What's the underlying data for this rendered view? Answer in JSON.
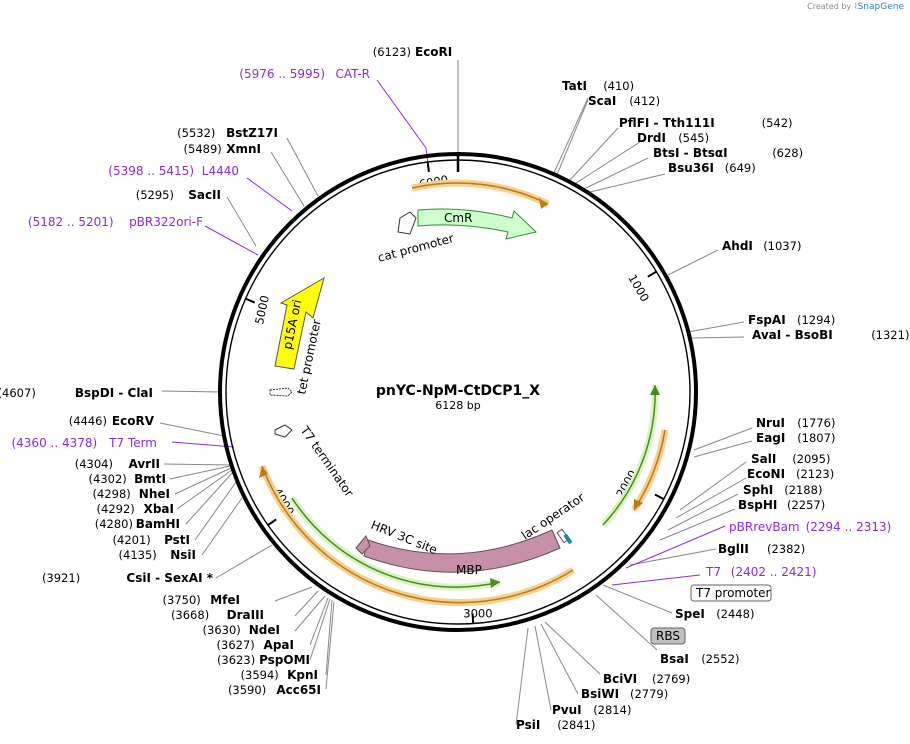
{
  "credit": {
    "prefix": "Created by",
    "brand": "SnapGene"
  },
  "plasmid": {
    "name": "pnYC-NpM-CtDCP1_X",
    "size_label": "6128 bp",
    "length": 6128
  },
  "ruler": [
    {
      "pos": 1000,
      "label": "1000"
    },
    {
      "pos": 2000,
      "label": "2000"
    },
    {
      "pos": 3000,
      "label": "3000"
    },
    {
      "pos": 4000,
      "label": "4000"
    },
    {
      "pos": 5000,
      "label": "5000"
    },
    {
      "pos": 6000,
      "label": "6000"
    }
  ],
  "features": [
    {
      "name": "CmR",
      "label": "CmR",
      "type": "arrow",
      "color": "#ccffcc"
    },
    {
      "name": "cat promoter",
      "label": "cat promoter",
      "type": "promoter"
    },
    {
      "name": "p15A ori",
      "label": "p15A ori",
      "type": "arrow",
      "color": "#ffff00"
    },
    {
      "name": "tet promoter",
      "label": "tet promoter",
      "type": "promoter"
    },
    {
      "name": "T7 terminator",
      "label": "T7 terminator",
      "type": "terminator"
    },
    {
      "name": "HRV 3C site",
      "label": "HRV 3C site",
      "type": "site",
      "color": "#c890a8"
    },
    {
      "name": "MBP",
      "label": "MBP",
      "type": "arrow",
      "color": "#c890a8"
    },
    {
      "name": "lac operator",
      "label": "lac operator",
      "type": "site"
    },
    {
      "name": "RBS",
      "label": "RBS",
      "type": "boxed",
      "color": "#c0c0c0"
    },
    {
      "name": "T7 promoter",
      "label": "T7 promoter",
      "type": "boxed",
      "color": "#ffffff"
    }
  ],
  "sites": [
    {
      "name": "EcoRI",
      "pos": "(6123)"
    },
    {
      "name": "TatI",
      "pos": "(410)"
    },
    {
      "name": "ScaI",
      "pos": "(412)"
    },
    {
      "name": "PflFI  -  Tth111I",
      "pos": "(542)"
    },
    {
      "name": "DrdI",
      "pos": "(545)"
    },
    {
      "name": "BtsI  -  BtsαI",
      "pos": "(628)"
    },
    {
      "name": "Bsu36I",
      "pos": "(649)"
    },
    {
      "name": "AhdI",
      "pos": "(1037)"
    },
    {
      "name": "FspAI",
      "pos": "(1294)"
    },
    {
      "name": "AvaI  -  BsoBI",
      "pos": "(1321)"
    },
    {
      "name": "NruI",
      "pos": "(1776)"
    },
    {
      "name": "EagI",
      "pos": "(1807)"
    },
    {
      "name": "SalI",
      "pos": "(2095)"
    },
    {
      "name": "EcoNI",
      "pos": "(2123)"
    },
    {
      "name": "SphI",
      "pos": "(2188)"
    },
    {
      "name": "BspHI",
      "pos": "(2257)"
    },
    {
      "name": "BglII",
      "pos": "(2382)"
    },
    {
      "name": "SpeI",
      "pos": "(2448)"
    },
    {
      "name": "BsaI",
      "pos": "(2552)"
    },
    {
      "name": "BciVI",
      "pos": "(2769)"
    },
    {
      "name": "BsiWI",
      "pos": "(2779)"
    },
    {
      "name": "PvuI",
      "pos": "(2814)"
    },
    {
      "name": "PsiI",
      "pos": "(2841)"
    },
    {
      "name": "Acc65I",
      "pos": "(3590)"
    },
    {
      "name": "KpnI",
      "pos": "(3594)"
    },
    {
      "name": "PspOMI",
      "pos": "(3623)"
    },
    {
      "name": "ApaI",
      "pos": "(3627)"
    },
    {
      "name": "NdeI",
      "pos": "(3630)"
    },
    {
      "name": "DraIII",
      "pos": "(3668)"
    },
    {
      "name": "MfeI",
      "pos": "(3750)"
    },
    {
      "name": "CsiI  -  SexAI *",
      "pos": "(3921)"
    },
    {
      "name": "NsiI",
      "pos": "(4135)"
    },
    {
      "name": "PstI",
      "pos": "(4201)"
    },
    {
      "name": "BamHI",
      "pos": "(4280)"
    },
    {
      "name": "XbaI",
      "pos": "(4292)"
    },
    {
      "name": "NheI",
      "pos": "(4298)"
    },
    {
      "name": "BmtI",
      "pos": "(4302)"
    },
    {
      "name": "AvrII",
      "pos": "(4304)"
    },
    {
      "name": "EcoRV",
      "pos": "(4446)"
    },
    {
      "name": "BspDI  -  ClaI",
      "pos": "(4607)"
    },
    {
      "name": "SacII",
      "pos": "(5295)"
    },
    {
      "name": "XmnI",
      "pos": "(5489)"
    },
    {
      "name": "BstZ17I",
      "pos": "(5532)"
    }
  ],
  "primers": [
    {
      "name": "CAT-R",
      "range": "(5976 .. 5995)"
    },
    {
      "name": "L4440",
      "range": "(5398 .. 5415)"
    },
    {
      "name": "pBR322ori-F",
      "range": "(5182 .. 5201)"
    },
    {
      "name": "T7 Term",
      "range": "(4360 .. 4378)"
    },
    {
      "name": "pBRrevBam",
      "range": "(2294 .. 2313)"
    },
    {
      "name": "T7",
      "range": "(2402 .. 2421)"
    }
  ],
  "colors": {
    "primer": "#8a2be2",
    "orange": "#f0a030",
    "green": "#5aa02c",
    "backbone": "#000000"
  }
}
